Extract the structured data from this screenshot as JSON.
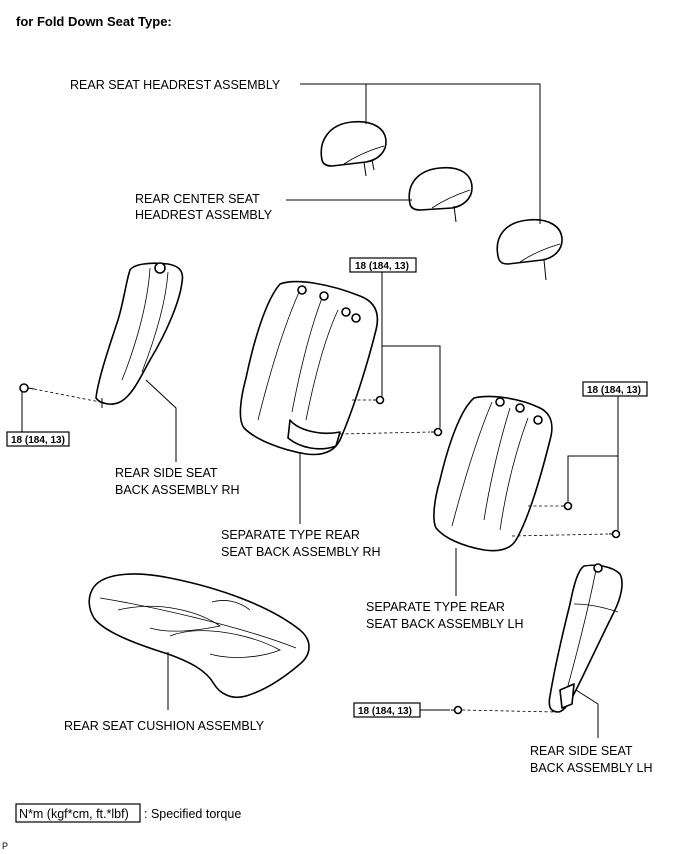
{
  "header": {
    "title": "for Fold Down Seat Type:"
  },
  "labels": {
    "headrest": "REAR SEAT HEADREST ASSEMBLY",
    "center_headrest_1": "REAR CENTER SEAT",
    "center_headrest_2": "HEADREST ASSEMBLY",
    "side_rh_1": "REAR SIDE SEAT",
    "side_rh_2": "BACK ASSEMBLY RH",
    "sep_rh_1": "SEPARATE TYPE REAR",
    "sep_rh_2": "SEAT BACK ASSEMBLY RH",
    "sep_lh_1": "SEPARATE TYPE REAR",
    "sep_lh_2": "SEAT BACK ASSEMBLY LH",
    "cushion": "REAR SEAT CUSHION ASSEMBLY",
    "side_lh_1": "REAR SIDE SEAT",
    "side_lh_2": "BACK ASSEMBLY LH"
  },
  "torque": {
    "t1": "18 (184, 13)",
    "t2": "18 (184, 13)",
    "t3": "18 (184, 13)",
    "t4": "18 (184, 13)"
  },
  "legend": {
    "box": "N*m (kgf*cm, ft.*lbf)",
    "text": ": Specified torque"
  },
  "footer": {
    "code": "P"
  }
}
